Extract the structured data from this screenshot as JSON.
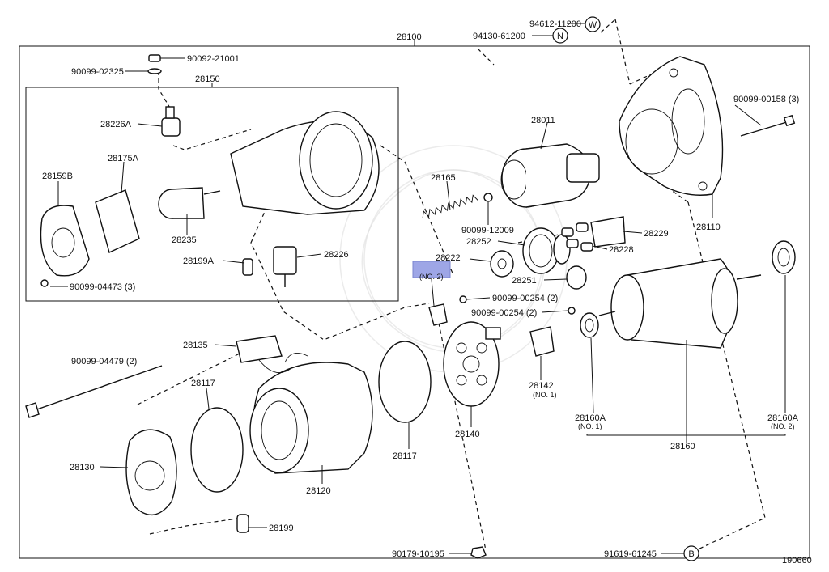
{
  "diagram_id": "190660",
  "callouts": {
    "W": "W",
    "N": "N",
    "B": "B"
  },
  "labels": {
    "p28100": "28100",
    "p94612": "94612-11200",
    "p94130": "94130-61200",
    "p90092": "90092-21001",
    "p90099_02325": "90099-02325",
    "p28150": "28150",
    "p28226A": "28226A",
    "p28175A": "28175A",
    "p28159B": "28159B",
    "p28235": "28235",
    "p28199A": "28199A",
    "p28226": "28226",
    "p90099_04473": "90099-04473 (3)",
    "p28011": "28011",
    "p90099_00158": "90099-00158 (3)",
    "p28165": "28165",
    "p90099_12009": "90099-12009",
    "p28110": "28110",
    "p28229": "28229",
    "p28252": "28252",
    "p28228": "28228",
    "p28222": "28222",
    "p28251": "28251",
    "p90099_00254a": "90099-00254 (2)",
    "p90099_00254b": "90099-00254 (2)",
    "p28135": "28135",
    "p90099_04479": "90099-04479 (2)",
    "p28117a": "28117",
    "p28142": "28142",
    "p28142_no": "(NO. 1)",
    "p28130": "28130",
    "p28117b": "28117",
    "p28140": "28140",
    "p28160A_1": "28160A",
    "p28160A_1_no": "(NO. 1)",
    "p28160A_2": "28160A",
    "p28160A_2_no": "(NO. 2)",
    "p28160": "28160",
    "p28120": "28120",
    "p28199": "28199",
    "p90179": "90179-10195",
    "p91619": "91619-61245",
    "p_no2": "(NO. 2)"
  }
}
